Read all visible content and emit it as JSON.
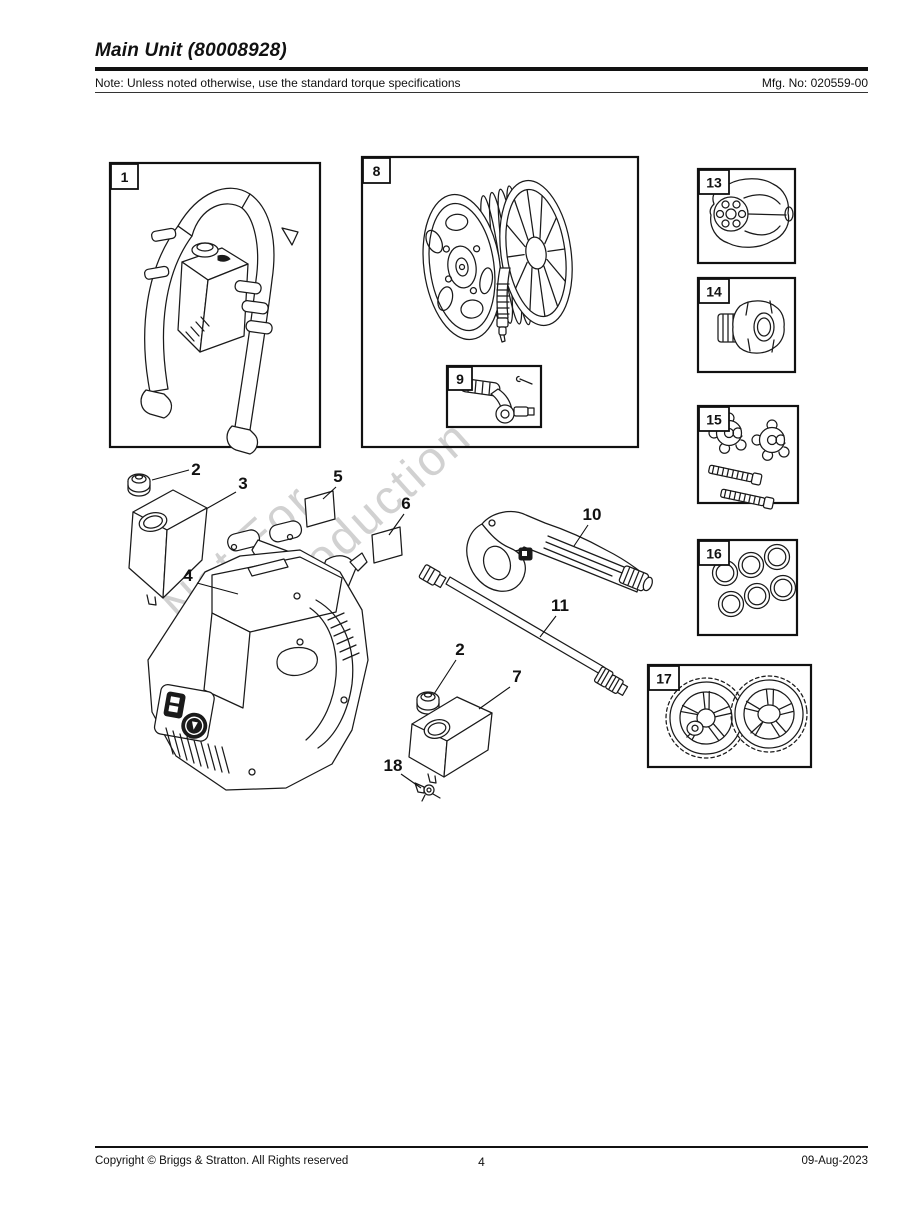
{
  "header": {
    "title": "Main Unit (80008928)",
    "note": "Note: Unless noted otherwise, use the standard torque specifications",
    "mfg_no": "Mfg. No: 020559-00"
  },
  "watermark": {
    "line1": "Not For",
    "line2": "Reproduction"
  },
  "callout_boxes": {
    "b1": "1",
    "b8": "8",
    "b9": "9",
    "b13": "13",
    "b14": "14",
    "b15": "15",
    "b16": "16",
    "b17": "17"
  },
  "part_labels": {
    "cap_top": "2",
    "tank_top": "3",
    "main_body": "4",
    "decal_5": "5",
    "decal_6": "6",
    "spray_gun": "10",
    "wand": "11",
    "cap_bottom": "2",
    "tank_bottom": "7",
    "clip": "18"
  },
  "footer": {
    "copyright": "Copyright ©  Briggs & Stratton. All Rights reserved",
    "page_number": "4",
    "date": "09-Aug-2023"
  },
  "colors": {
    "paper": "#ffffff",
    "line": "#1a1a1a",
    "watermark": "#c9c9c9"
  }
}
